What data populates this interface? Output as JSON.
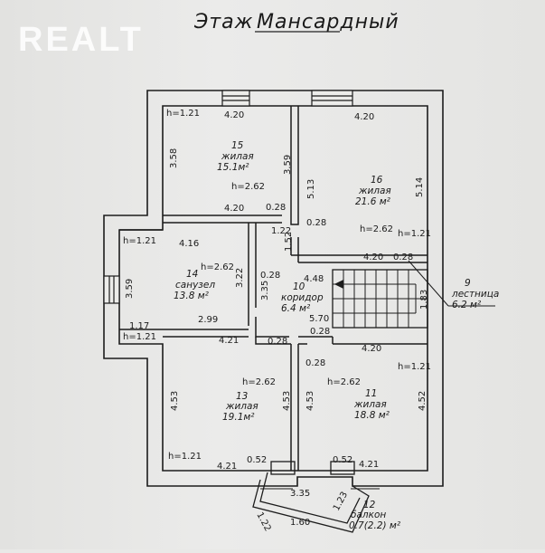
{
  "title_prefix": "Этаж",
  "title_main": "Мансардный",
  "watermark": "REALT",
  "rooms": [
    {
      "id": "r15",
      "num": "15",
      "name": "жилая",
      "area": "15.1м²"
    },
    {
      "id": "r16",
      "num": "16",
      "name": "жилая",
      "area": "21.6 м²"
    },
    {
      "id": "r14",
      "num": "14",
      "name": "санузел",
      "area": "13.8 м²"
    },
    {
      "id": "r10",
      "num": "10",
      "name": "коридор",
      "area": "6.4 м²"
    },
    {
      "id": "r9",
      "num": "9",
      "name": "лестница",
      "area": "6.2 м²"
    },
    {
      "id": "r13",
      "num": "13",
      "name": "жилая",
      "area": "19.1м²"
    },
    {
      "id": "r11",
      "num": "11",
      "name": "жилая",
      "area": "18.8 м²"
    },
    {
      "id": "r12",
      "num": "12",
      "name": "балкон",
      "area": "0.7(2.2) м²"
    }
  ],
  "dims": {
    "d_h121_a": "h=1.21",
    "d_420_a": "4.20",
    "d_420_b": "4.20",
    "d_358": "3.58",
    "d_359_a": "3.59",
    "d_h262_15": "h=2.62",
    "d_420_c": "4.20",
    "d_028_a": "0.28",
    "d_028_b": "0.28",
    "d_513": "5.13",
    "d_514": "5.14",
    "d_h262_16": "h=2.62",
    "d_h121_b": "h=1.21",
    "d_122": "1.22",
    "d_152": "1.52",
    "d_420_d": "4.20",
    "d_028_c": "0.28",
    "d_183": "1.83",
    "d_h121_c": "h=1.21",
    "d_416": "4.16",
    "d_h262_14": "h=2.62",
    "d_359_b": "3.59",
    "d_322": "3.22",
    "d_028_d": "0.28",
    "d_335_a": "3.35",
    "d_448": "4.48",
    "d_570": "5.70",
    "d_117": "1.17",
    "d_h121_d": "h=1.21",
    "d_299": "2.99",
    "d_028_e": "0.28",
    "d_421_a": "4.21",
    "d_028_f": "0.28",
    "d_028_g": "0.28",
    "d_420_e": "4.20",
    "d_h262_13": "h=2.62",
    "d_h262_11": "h=2.62",
    "d_h121_e": "h=1.21",
    "d_453_a": "4.53",
    "d_453_b": "4.53",
    "d_453_c": "4.53",
    "d_452": "4.52",
    "d_h121_f": "h=1.21",
    "d_421_b": "4.21",
    "d_052_a": "0.52",
    "d_052_b": "0.52",
    "d_421_c": "4.21",
    "d_335_b": "3.35",
    "d_122_b": "1.22",
    "d_123": "1.23",
    "d_160": "1.60"
  }
}
